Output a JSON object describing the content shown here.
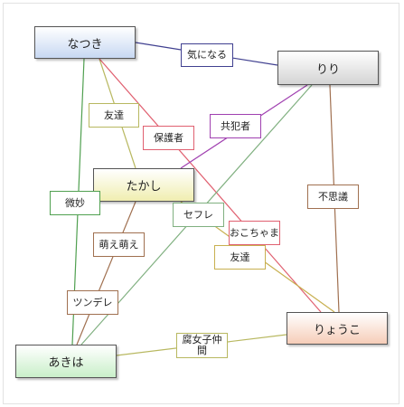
{
  "nodes": {
    "natsuki": "なつき",
    "riri": "りり",
    "takashi": "たかし",
    "ryouko": "りょうこ",
    "akiha": "あきは"
  },
  "relations": {
    "natsuki_riri": "気になる",
    "natsuki_takashi": "友達",
    "natsuki_ryouko": "保護者",
    "riri_takashi": "共犯者",
    "riri_ryouko": "不思議",
    "natsuki_akiha": "微妙",
    "riri_akiha": "セフレ",
    "takashi_akiha_moe": "萌え萌え",
    "takashi_ryouko": "おこちゃま",
    "ryouko_takashi_friend": "友達",
    "akiha_takashi_tsundere": "ツンデレ",
    "akiha_ryouko": "腐女子仲\n間"
  },
  "colors": {
    "navy": "#404090",
    "olive": "#b8b860",
    "pink": "#e06070",
    "purple": "#a040b0",
    "brown": "#a07050",
    "green": "#50a050",
    "sage": "#80b080",
    "gold": "#c8b050"
  }
}
